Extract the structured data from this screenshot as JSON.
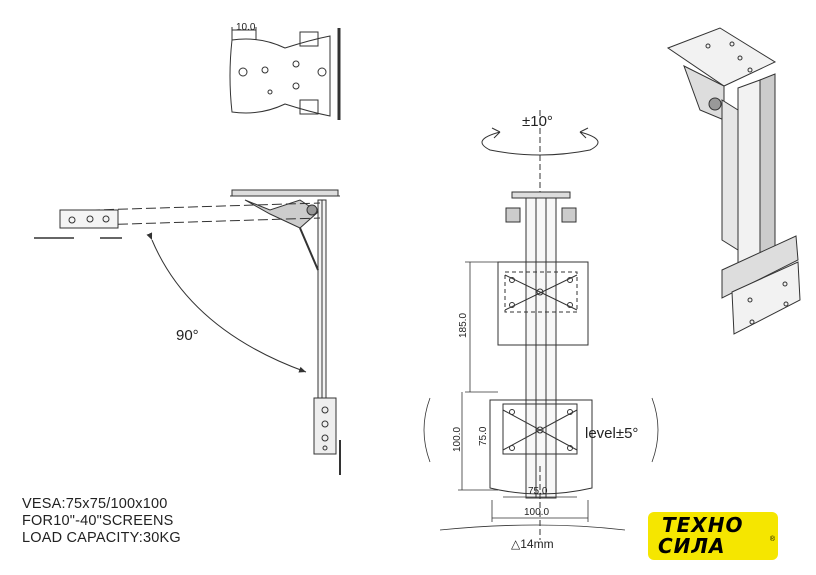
{
  "annotations": {
    "top_dim": "10.0",
    "rotation": "±10°",
    "fold_angle": "90°",
    "height_185": "185.0",
    "height_100": "100.0",
    "height_75": "75.0",
    "width_75": "75.0",
    "width_100": "100.0",
    "level": "level±5°",
    "tube": "△14mm"
  },
  "specs": {
    "line1": "VESA:75x75/100x100",
    "line2": "FOR10\"-40\"SCREENS",
    "line3": "LOAD CAPACITY:30KG"
  },
  "logo": {
    "line1": "ТЕХНО",
    "line2": "СИЛА",
    "mark": "®",
    "color": "#f5e600"
  }
}
